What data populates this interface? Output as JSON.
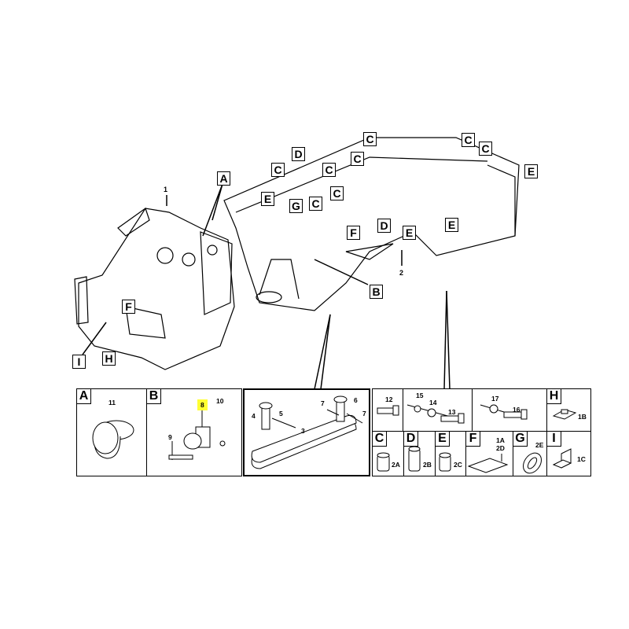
{
  "diagram": {
    "assembly_numbers": [
      "1",
      "2"
    ],
    "callouts": [
      "A",
      "C",
      "D",
      "G",
      "E",
      "C",
      "C",
      "C",
      "C",
      "C",
      "F",
      "D",
      "B",
      "E",
      "E",
      "C",
      "C",
      "E",
      "F",
      "I",
      "H"
    ]
  },
  "parts_table": {
    "cells": [
      {
        "tag": "A",
        "parts": [
          "11"
        ]
      },
      {
        "tag": "B",
        "parts": [
          "8",
          "9",
          "10"
        ],
        "highlighted": "8",
        "highlight_color": "#ffff33"
      },
      {
        "tag": "",
        "parts": [
          "3",
          "4",
          "5",
          "6",
          "7",
          "7"
        ]
      },
      {
        "tag": "",
        "parts": [
          "12"
        ]
      },
      {
        "tag": "",
        "parts": [
          "15",
          "14",
          "13"
        ]
      },
      {
        "tag": "",
        "parts": [
          "17",
          "16"
        ]
      },
      {
        "tag": "H",
        "parts": [
          "1B"
        ]
      },
      {
        "tag": "C",
        "parts": [
          "2A"
        ]
      },
      {
        "tag": "D",
        "parts": [
          "2B"
        ]
      },
      {
        "tag": "E",
        "parts": [
          "2C"
        ]
      },
      {
        "tag": "F",
        "parts": [
          "1A",
          "2D"
        ]
      },
      {
        "tag": "G",
        "parts": [
          "2E"
        ]
      },
      {
        "tag": "I",
        "parts": [
          "1C"
        ]
      }
    ]
  }
}
